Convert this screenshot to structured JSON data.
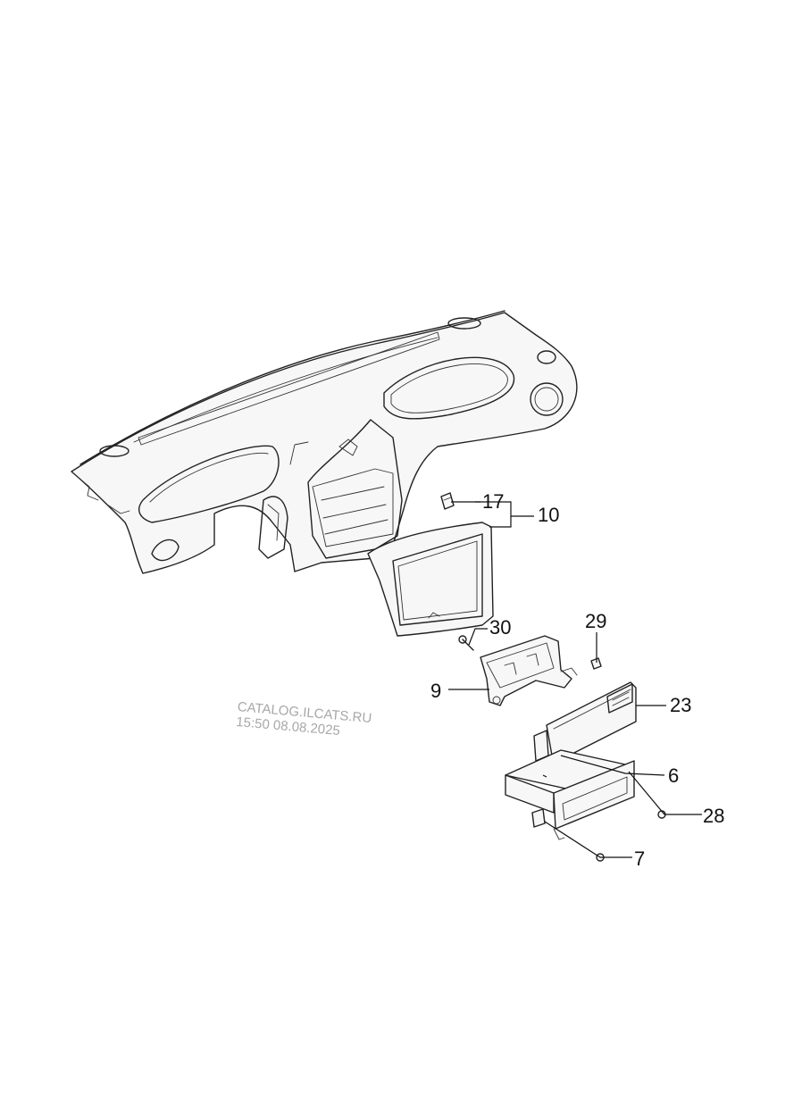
{
  "callouts": [
    {
      "id": "17",
      "label": "17"
    },
    {
      "id": "10",
      "label": "10"
    },
    {
      "id": "30",
      "label": "30"
    },
    {
      "id": "29",
      "label": "29"
    },
    {
      "id": "9",
      "label": "9"
    },
    {
      "id": "23",
      "label": "23"
    },
    {
      "id": "6",
      "label": "6"
    },
    {
      "id": "28",
      "label": "28"
    },
    {
      "id": "7",
      "label": "7"
    }
  ],
  "watermark": {
    "line1": "CATALOG.ILCATS.RU",
    "line2": "15:50 08.08.2025"
  }
}
